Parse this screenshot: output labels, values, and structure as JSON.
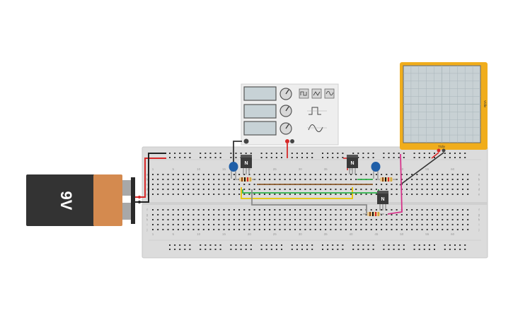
{
  "battery": {
    "label": "9V",
    "body_color": "#333333",
    "cap_color": "#d48a4f"
  },
  "breadboard": {
    "column_numbers": [
      "1",
      "5",
      "10",
      "15",
      "20",
      "25",
      "30",
      "35",
      "40",
      "45",
      "50",
      "55",
      "60"
    ],
    "row_letters_top": [
      "a",
      "b",
      "c",
      "d",
      "e"
    ],
    "row_letters_bottom": [
      "f",
      "g",
      "h",
      "i",
      "j"
    ]
  },
  "function_generator": {
    "waveforms": [
      "square",
      "triangle",
      "sine"
    ]
  },
  "oscilloscope": {
    "axis_label": "V/div",
    "time_label": "T/div",
    "frame_color": "#f0ad1c"
  },
  "transistors": [
    {
      "id": "q1",
      "label": "N"
    },
    {
      "id": "q2",
      "label": "N"
    },
    {
      "id": "q3",
      "label": "N"
    }
  ],
  "colors": {
    "wire_red": "#d62828",
    "wire_black": "#222222",
    "wire_brown": "#8b5a2b",
    "wire_yellow": "#e8c400",
    "wire_green": "#2db34a",
    "wire_gray": "#8a8a8a",
    "wire_magenta": "#d6338a",
    "capacitor": "#1f5fa8"
  }
}
